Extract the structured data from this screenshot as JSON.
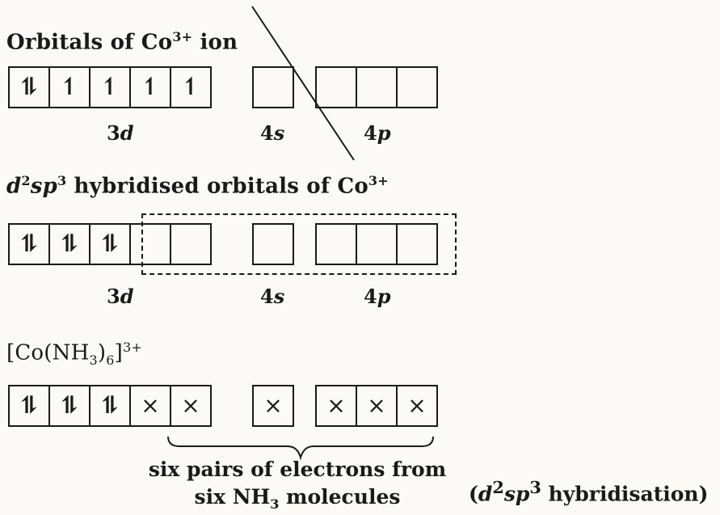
{
  "row1": {
    "title_main": "Orbitals of Co",
    "title_sup": "3+",
    "title_end": " ion",
    "d": [
      "⥮",
      "↿",
      "↿",
      "↿",
      "↿"
    ],
    "s": [
      ""
    ],
    "p": [
      "",
      "",
      ""
    ],
    "label_3d": "3",
    "label_3d_l": "d",
    "label_4s": "4",
    "label_4s_l": "s",
    "label_4p": "4",
    "label_4p_l": "p"
  },
  "row2": {
    "title_pre": "d",
    "title_pre_sup": "2",
    "title_mid": "sp",
    "title_mid_sup": "3",
    "title_main": " hybridised orbitals of Co",
    "title_sup": "3+",
    "d": [
      "⥮",
      "⥮",
      "⥮",
      "",
      ""
    ],
    "s": [
      ""
    ],
    "p": [
      "",
      "",
      ""
    ],
    "label_3d": "3",
    "label_3d_l": "d",
    "label_4s": "4",
    "label_4s_l": "s",
    "label_4p": "4",
    "label_4p_l": "p"
  },
  "row3": {
    "title_a": "[Co(NH",
    "title_sub": "3",
    "title_b": ")",
    "title_sub2": "6",
    "title_c": "]",
    "title_sup": "3+",
    "d": [
      "⥮",
      "⥮",
      "⥮",
      "×",
      "×"
    ],
    "s": [
      "×"
    ],
    "p": [
      "×",
      "×",
      "×"
    ]
  },
  "caption": {
    "line1": "six pairs of electrons from",
    "line2_a": "six NH",
    "line2_sub": "3",
    "line2_b": " molecules",
    "side_a": "(",
    "side_d": "d",
    "side_sup2": "2",
    "side_sp": "sp",
    "side_sup3": "3",
    "side_b": " hybridisation)"
  }
}
